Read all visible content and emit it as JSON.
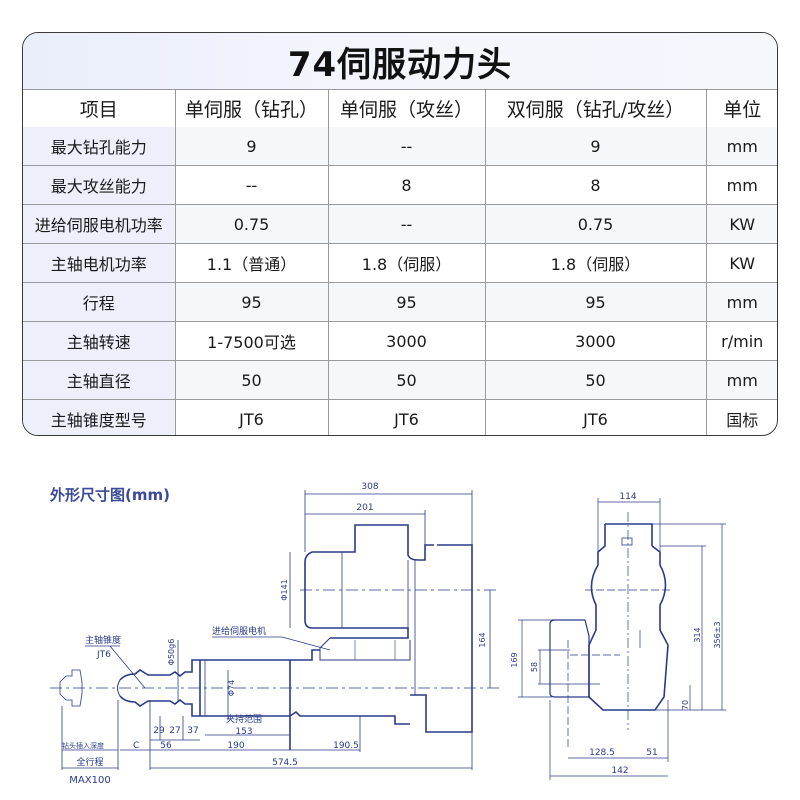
{
  "title": "74伺服动力头",
  "table": {
    "headers": [
      "项目",
      "单伺服（钻孔）",
      "单伺服（攻丝）",
      "双伺服（钻孔/攻丝）",
      "单位"
    ],
    "rows": [
      {
        "item": "最大钻孔能力",
        "single_drill": "9",
        "single_tap": "--",
        "dual": "9",
        "unit": "mm"
      },
      {
        "item": "最大攻丝能力",
        "single_drill": "--",
        "single_tap": "8",
        "dual": "8",
        "unit": "mm"
      },
      {
        "item": "进给伺服电机功率",
        "single_drill": "0.75",
        "single_tap": "--",
        "dual": "0.75",
        "unit": "KW"
      },
      {
        "item": "主轴电机功率",
        "single_drill": "1.1（普通）",
        "single_tap": "1.8（伺服）",
        "dual": "1.8（伺服）",
        "unit": "KW"
      },
      {
        "item": "行程",
        "single_drill": "95",
        "single_tap": "95",
        "dual": "95",
        "unit": "mm"
      },
      {
        "item": "主轴转速",
        "single_drill": "1-7500可选",
        "single_tap": "3000",
        "dual": "3000",
        "unit": "r/min"
      },
      {
        "item": "主轴直径",
        "single_drill": "50",
        "single_tap": "50",
        "dual": "50",
        "unit": "mm"
      },
      {
        "item": "主轴锥度型号",
        "single_drill": "JT6",
        "single_tap": "JT6",
        "dual": "JT6",
        "unit": "国标"
      }
    ]
  },
  "drawing": {
    "title": "外形尺寸图(mm)",
    "side_view": {
      "labels": {
        "spindle_taper": "主轴锥度",
        "spindle_taper_model": "JT6",
        "feed_servo_motor": "进给伺服电机",
        "clamp_range": "夹持范围",
        "drill_insert_depth": "钻头插入深度",
        "full_stroke": "全行程",
        "max_stroke": "MAX100",
        "c_mark": "C"
      },
      "dimensions": {
        "overall_top": "308",
        "motor_length": "201",
        "motor_dia": "Φ141",
        "center_height": "164",
        "spindle_dia": "Φ50g6",
        "body_dia": "Φ74",
        "d29": "29",
        "d27": "27",
        "d37": "37",
        "d153": "153",
        "d56": "56",
        "d190": "190",
        "d190_5": "190.5",
        "d574_5": "574.5"
      }
    },
    "end_view": {
      "dimensions": {
        "width_top": "114",
        "height_314": "314",
        "height_total": "356±3",
        "h169": "169",
        "h58": "58",
        "h70": "70",
        "w128_5": "128.5",
        "w51": "51",
        "w142": "142"
      }
    }
  }
}
